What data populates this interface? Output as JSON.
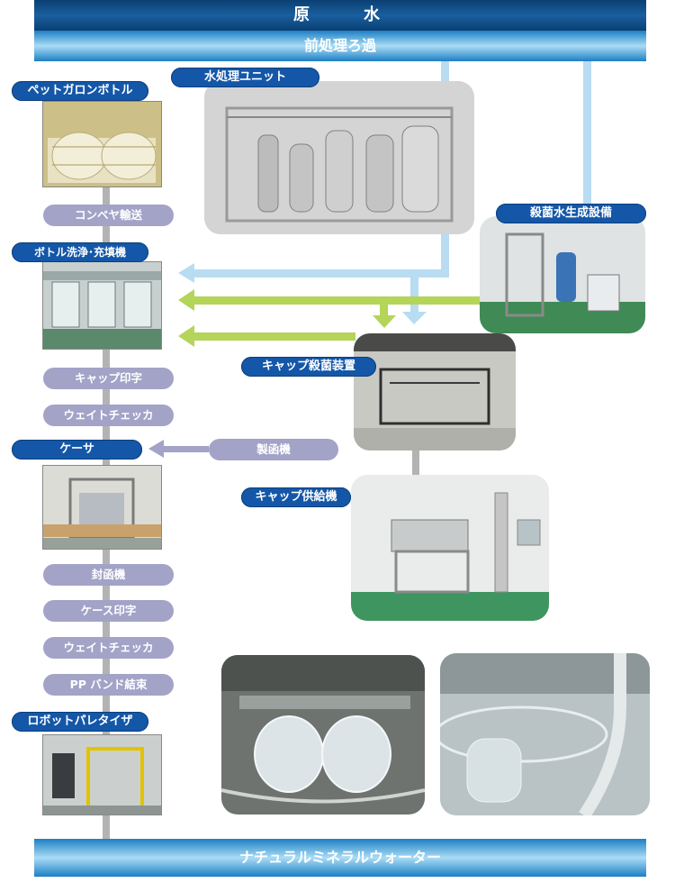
{
  "header": {
    "source_water": "原　　水",
    "pretreatment": "前処理ろ過"
  },
  "footer": {
    "product": "ナチュラルミネラルウォーター"
  },
  "labels": {
    "pet_gallon_bottle": "ペットガロンボトル",
    "water_treatment_unit": "水処理ユニット",
    "sterile_water_equipment": "殺菌水生成設備",
    "bottle_wash_fill": "ボトル洗浄･充填機",
    "cap_sterilizer": "キャップ殺菌装置",
    "case_packer": "ケーサ",
    "cap_feeder": "キャップ供給機",
    "robot_palletizer": "ロボットパレタイザ"
  },
  "steps": {
    "conveyor": "コンベヤ輸送",
    "cap_print": "キャップ印字",
    "weight_checker_1": "ウェイトチェッカ",
    "box_maker": "製函機",
    "case_sealer": "封函機",
    "case_print": "ケース印字",
    "weight_checker_2": "ウェイトチェッカ",
    "pp_band": "PP バンド結束"
  },
  "colors": {
    "navy": "#0a3f73",
    "label_blue": "#1457a8",
    "light_blue_line": "#b8dcf2",
    "green_line": "#b4d45a",
    "pill_purple": "#a3a3c8",
    "grey_line": "#b3b3b3"
  }
}
